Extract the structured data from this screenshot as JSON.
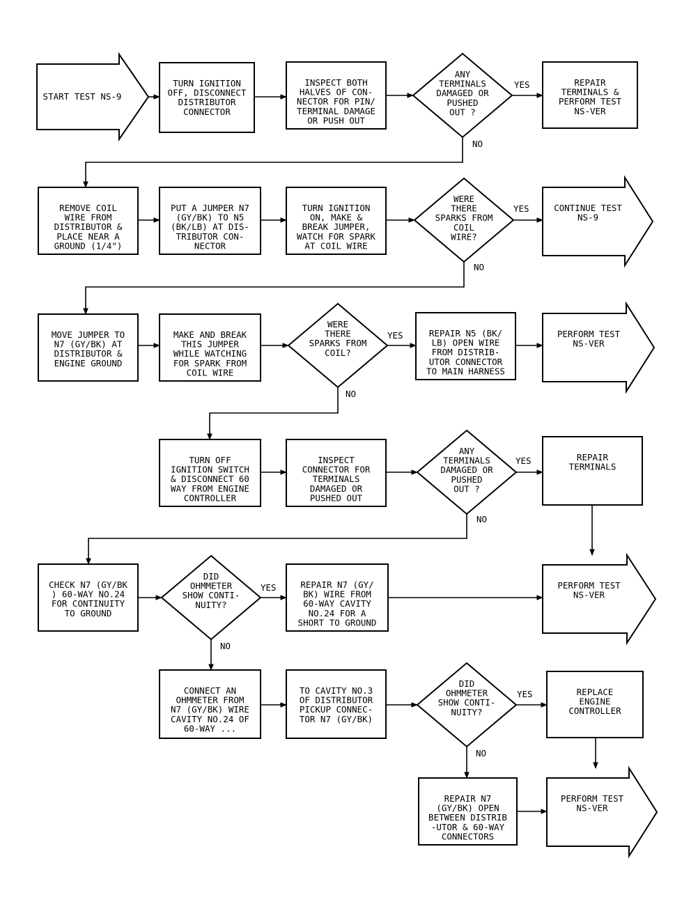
{
  "diagram": {
    "nodes": {
      "start": {
        "lines": [
          "START TEST NS-9"
        ]
      },
      "r1b1": {
        "lines": [
          "TURN IGNITION",
          "OFF, DISCONNECT",
          "DISTRIBUTOR",
          "CONNECTOR"
        ]
      },
      "r1b2": {
        "lines": [
          "INSPECT BOTH",
          "HALVES OF CON-",
          "NECTOR FOR PIN/",
          "TERMINAL DAMAGE",
          "OR PUSH OUT"
        ]
      },
      "r1d": {
        "lines": [
          "ANY",
          "TERMINALS",
          "DAMAGED OR",
          "PUSHED",
          "OUT ?"
        ]
      },
      "r1out": {
        "lines": [
          "REPAIR",
          "TERMINALS &",
          "PERFORM TEST",
          "NS-VER"
        ]
      },
      "r2b1": {
        "lines": [
          "REMOVE COIL",
          "WIRE FROM",
          "DISTRIBUTOR &",
          "PLACE NEAR A",
          "GROUND (1/4\")"
        ]
      },
      "r2b2": {
        "lines": [
          "PUT A JUMPER N7",
          "(GY/BK) TO N5",
          "(BK/LB) AT DIS-",
          "TRIBUTOR CON-",
          "NECTOR"
        ]
      },
      "r2b3": {
        "lines": [
          "TURN IGNITION",
          "ON, MAKE &",
          "BREAK JUMPER,",
          "WATCH FOR SPARK",
          "AT COIL WIRE"
        ]
      },
      "r2d": {
        "lines": [
          "WERE",
          "THERE",
          "SPARKS FROM",
          "COIL",
          "WIRE?"
        ]
      },
      "r2out": {
        "lines": [
          "CONTINUE TEST",
          "NS-9"
        ]
      },
      "r3b1": {
        "lines": [
          "MOVE JUMPER TO",
          "N7 (GY/BK) AT",
          "DISTRIBUTOR &",
          "ENGINE GROUND"
        ]
      },
      "r3b2": {
        "lines": [
          "MAKE AND BREAK",
          "THIS JUMPER",
          "WHILE WATCHING",
          "FOR SPARK FROM",
          "COIL WIRE"
        ]
      },
      "r3d": {
        "lines": [
          "WERE",
          "THERE",
          "SPARKS FROM",
          "COIL?"
        ]
      },
      "r3b3": {
        "lines": [
          "REPAIR N5 (BK/",
          "LB) OPEN WIRE",
          "FROM DISTRIB-",
          "UTOR CONNECTOR",
          "TO MAIN HARNESS"
        ]
      },
      "r3out": {
        "lines": [
          "PERFORM TEST",
          "NS-VER"
        ]
      },
      "r4b1": {
        "lines": [
          "TURN OFF",
          "IGNITION SWITCH",
          "& DISCONNECT 60",
          "WAY FROM ENGINE",
          "CONTROLLER"
        ]
      },
      "r4b2": {
        "lines": [
          "INSPECT",
          "CONNECTOR FOR",
          "TERMINALS",
          "DAMAGED OR",
          "PUSHED OUT"
        ]
      },
      "r4d": {
        "lines": [
          "ANY",
          "TERMINALS",
          "DAMAGED OR",
          "PUSHED",
          "OUT ?"
        ]
      },
      "r4b3": {
        "lines": [
          "REPAIR",
          "TERMINALS"
        ]
      },
      "r5b1": {
        "lines": [
          "CHECK N7 (GY/BK",
          ") 60-WAY NO.24",
          "FOR CONTINUITY",
          "TO GROUND"
        ]
      },
      "r5d": {
        "lines": [
          "DID",
          "OHMMETER",
          "SHOW CONTI-",
          "NUITY?"
        ]
      },
      "r5b2": {
        "lines": [
          "REPAIR N7 (GY/",
          "BK) WIRE FROM",
          "60-WAY CAVITY",
          "NO.24 FOR A",
          "SHORT TO GROUND"
        ]
      },
      "r5out": {
        "lines": [
          "PERFORM TEST",
          "NS-VER"
        ]
      },
      "r6b1": {
        "lines": [
          "CONNECT AN",
          "OHMMETER FROM",
          "N7 (GY/BK) WIRE",
          "CAVITY NO.24 OF",
          "60-WAY ..."
        ]
      },
      "r6b2": {
        "lines": [
          "TO CAVITY NO.3",
          "OF DISTRIBUTOR",
          "PICKUP CONNEC-",
          "TOR N7 (GY/BK)"
        ]
      },
      "r6d": {
        "lines": [
          "DID",
          "OHMMETER",
          "SHOW CONTI-",
          "NUITY?"
        ]
      },
      "r6b3": {
        "lines": [
          "REPLACE",
          "ENGINE",
          "CONTROLLER"
        ]
      },
      "r7b1": {
        "lines": [
          "REPAIR N7",
          "(GY/BK) OPEN",
          "BETWEEN DISTRIB",
          "-UTOR & 60-WAY",
          "CONNECTORS"
        ]
      },
      "r7out": {
        "lines": [
          "PERFORM TEST",
          "NS-VER"
        ]
      }
    },
    "labels": {
      "yes": "YES",
      "no": "NO"
    }
  }
}
